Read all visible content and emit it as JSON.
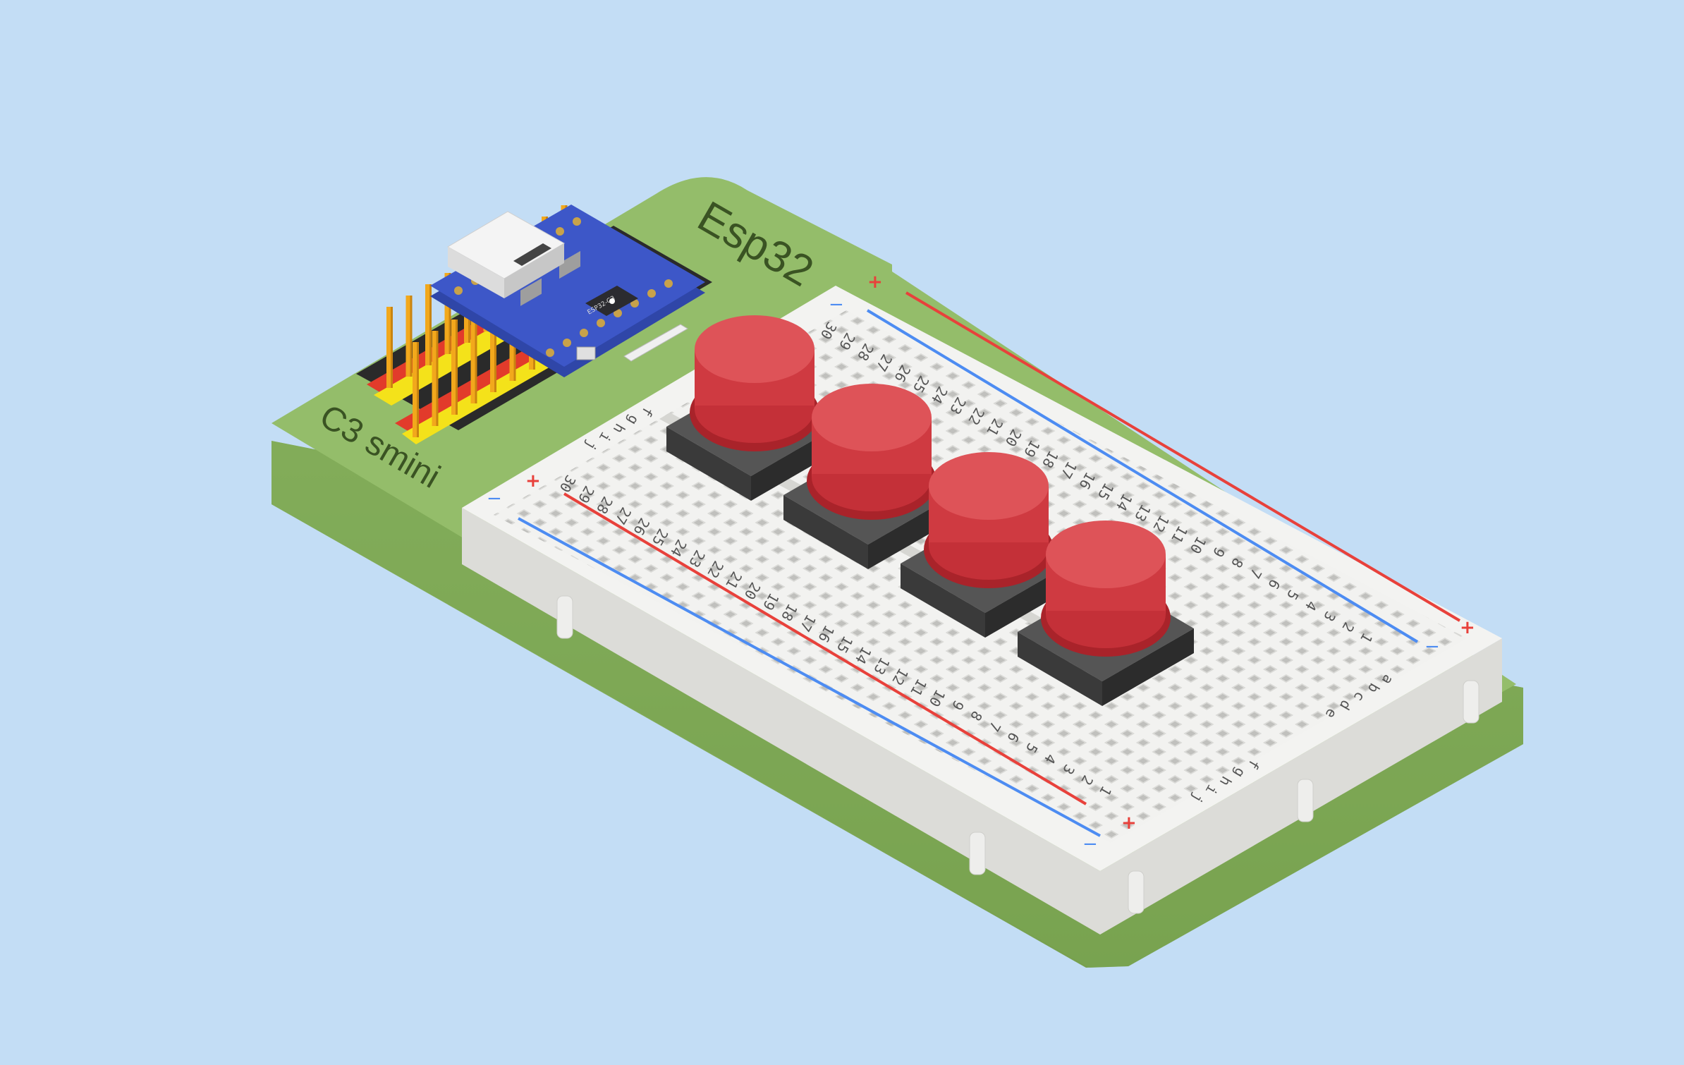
{
  "scene": {
    "background_color": "#c3ddf5",
    "base_color": "#8fb765",
    "base_label_1": "Esp32",
    "base_label_2": "C3 smini",
    "breadboard_color": "#f3f3f1",
    "rail_red": "#e8413b",
    "rail_blue": "#4d8cf2",
    "rail_plus": "+",
    "rail_minus": "−",
    "pcb_color": "#3d57c8",
    "chip_label": "ESP32-C3",
    "header_pin_color": "#f2a81c",
    "button_cap_color": "#d8444a",
    "button_body_color": "#3a3a3a",
    "row_letters": [
      "a",
      "b",
      "c",
      "d",
      "e",
      "f",
      "g",
      "h",
      "i",
      "j"
    ],
    "column_numbers": [
      "1",
      "2",
      "3",
      "4",
      "5",
      "6",
      "7",
      "8",
      "9",
      "10",
      "11",
      "12",
      "13",
      "14",
      "15",
      "16",
      "17",
      "18",
      "19",
      "20",
      "21",
      "22",
      "23",
      "24",
      "25",
      "26",
      "27",
      "28",
      "29",
      "30"
    ],
    "button_count": 4,
    "icons": [
      "usb-c-connector-icon",
      "esp-logo-icon"
    ]
  }
}
